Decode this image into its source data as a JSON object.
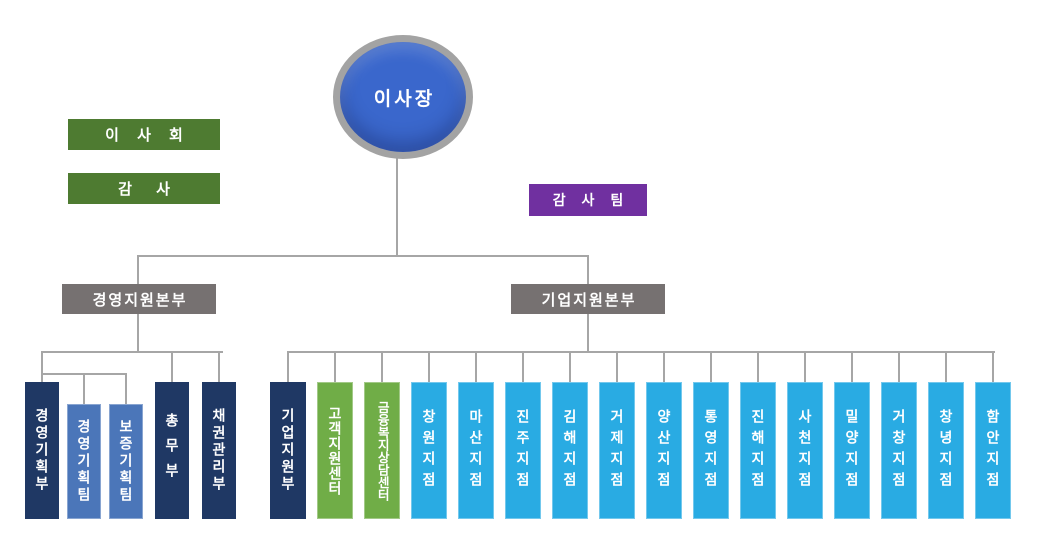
{
  "chairman": {
    "label": "이사장"
  },
  "side_left": [
    {
      "label": "이 사 회"
    },
    {
      "label": "감 사"
    }
  ],
  "audit_team": {
    "label": "감 사 팀"
  },
  "divisions": [
    {
      "label": "경영지원본부"
    },
    {
      "label": "기업지원본부"
    }
  ],
  "left_group": [
    {
      "label": "경영기획부",
      "type": "navy"
    },
    {
      "label": "경영기획팀",
      "type": "medium"
    },
    {
      "label": "보증기획팀",
      "type": "medium"
    },
    {
      "label": "총무부",
      "type": "navy"
    },
    {
      "label": "채권관리부",
      "type": "navy"
    }
  ],
  "right_group": [
    {
      "label": "기업지원부",
      "type": "navy"
    },
    {
      "label": "고객지원센터",
      "type": "green"
    },
    {
      "label": "금융복지상담센터",
      "type": "green"
    },
    {
      "label": "창원지점",
      "type": "cyan"
    },
    {
      "label": "마산지점",
      "type": "cyan"
    },
    {
      "label": "진주지점",
      "type": "cyan"
    },
    {
      "label": "김해지점",
      "type": "cyan"
    },
    {
      "label": "거제지점",
      "type": "cyan"
    },
    {
      "label": "양산지점",
      "type": "cyan"
    },
    {
      "label": "통영지점",
      "type": "cyan"
    },
    {
      "label": "진해지점",
      "type": "cyan"
    },
    {
      "label": "사천지점",
      "type": "cyan"
    },
    {
      "label": "밀양지점",
      "type": "cyan"
    },
    {
      "label": "거창지점",
      "type": "cyan"
    },
    {
      "label": "창녕지점",
      "type": "cyan"
    },
    {
      "label": "함안지점",
      "type": "cyan"
    }
  ],
  "colors": {
    "navy": "#1f3864",
    "medium": "#4b76b9",
    "green": "#70ad47",
    "cyan": "#29abe3",
    "darkgreen": "#4e7b31",
    "purple": "#7030a0",
    "gray": "#767171",
    "line": "#a6a6a6",
    "circle_fill": "#3a67cc",
    "circle_border": "#a3a3a3"
  }
}
